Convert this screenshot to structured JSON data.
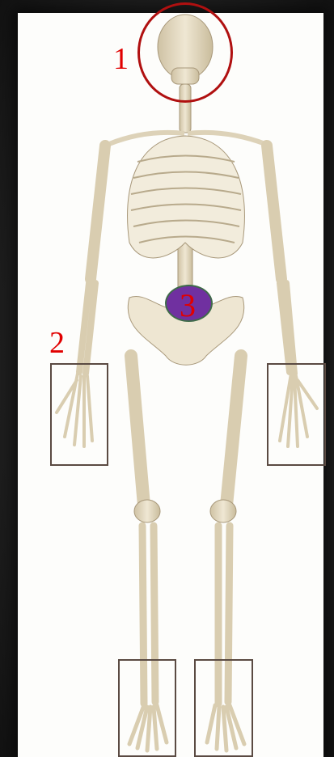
{
  "labels": {
    "skull": "1",
    "hands": "2",
    "pelvis": "3"
  },
  "colors": {
    "label_red": "#e10000",
    "circle_red": "#b01010",
    "marker_purple": "#7030a0",
    "box_brown": "#5a4a42",
    "bone": "#e6dcc4"
  }
}
